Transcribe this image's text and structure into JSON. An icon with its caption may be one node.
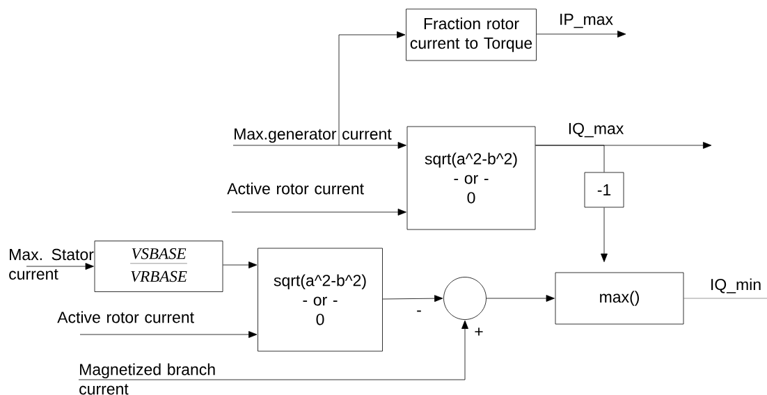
{
  "diagram": {
    "nodes": [
      {
        "text": [
          "Fraction rotor current to Torque"
        ]
      },
      {
        "text": [
          "sqrt(a^2-b^2)",
          "- or -",
          "0"
        ]
      },
      {
        "text": [
          "-1"
        ]
      },
      {
        "text": [
          "VSBASE",
          "VRBASE"
        ]
      },
      {
        "text": [
          "sqrt(a^2-b^2)",
          "- or -",
          "0"
        ]
      },
      {
        "text": [],
        "shape": "circle"
      },
      {
        "text": [
          "max()"
        ]
      },
      {
        "text": [
          "Max.generator current"
        ]
      },
      {
        "text": [
          "Active rotor current"
        ]
      },
      {
        "text": [
          "Max. Stator current"
        ]
      },
      {
        "text": [
          "Active rotor current"
        ]
      },
      {
        "text": [
          "Magnetized branch current"
        ]
      }
    ],
    "edges": [
      {
        "from": 7,
        "to": 0,
        "arrow": "to"
      },
      {
        "from": 7,
        "to": 1,
        "arrow": "to"
      },
      {
        "from": 8,
        "to": 1,
        "arrow": "to"
      },
      {
        "from": 0,
        "to": null,
        "arrow": "to",
        "label": "IP_max"
      },
      {
        "from": 1,
        "to": null,
        "arrow": "to",
        "label": "IQ_max"
      },
      {
        "from": 1,
        "to": 2,
        "arrow": "none"
      },
      {
        "from": 2,
        "to": 6,
        "arrow": "to"
      },
      {
        "from": 9,
        "to": 3,
        "arrow": "to"
      },
      {
        "from": 3,
        "to": 4,
        "arrow": "to"
      },
      {
        "from": 10,
        "to": 4,
        "arrow": "to"
      },
      {
        "from": 4,
        "to": 5,
        "arrow": "to",
        "label": "-"
      },
      {
        "from": 11,
        "to": 5,
        "arrow": "to",
        "label": "+"
      },
      {
        "from": 5,
        "to": 6,
        "arrow": "to"
      },
      {
        "from": 6,
        "to": null,
        "arrow": "none",
        "label": "IQ_min"
      }
    ]
  }
}
